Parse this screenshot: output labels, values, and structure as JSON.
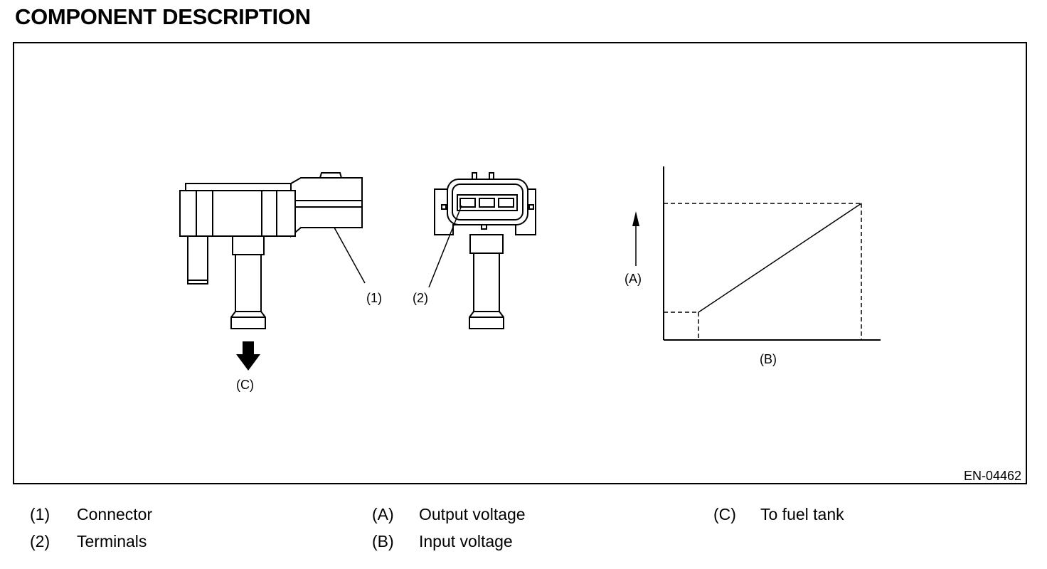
{
  "title": "COMPONENT DESCRIPTION",
  "figure": {
    "code": "EN-04462",
    "callouts": {
      "connector": "(1)",
      "terminals": "(2)",
      "output_axis": "(A)",
      "input_axis": "(B)",
      "fuel_tank": "(C)"
    }
  },
  "legend": [
    {
      "key": "(1)",
      "text": "Connector"
    },
    {
      "key": "(2)",
      "text": "Terminals"
    },
    {
      "key": "(A)",
      "text": "Output voltage"
    },
    {
      "key": "(B)",
      "text": "Input voltage"
    },
    {
      "key": "(C)",
      "text": "To fuel tank"
    }
  ]
}
